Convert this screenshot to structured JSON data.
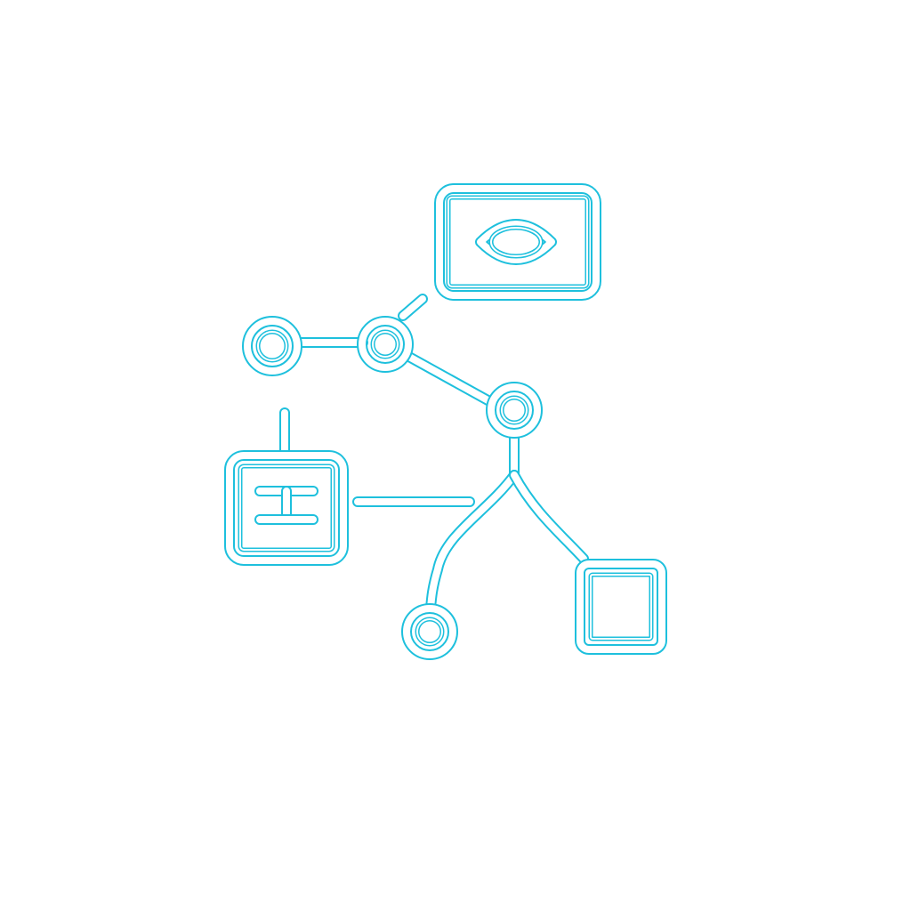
{
  "canvas": {
    "background": "#ffffff"
  },
  "icon": {
    "name": "workflow-network-icon",
    "style": "double-outline line art",
    "stroke_color": "#1ec0dd",
    "fill_color": "#ffffff",
    "parts": [
      "monitor-with-eye",
      "node-circle-left",
      "node-circle-middle",
      "node-circle-junction",
      "node-circle-bottom",
      "module-box-with-i-glyph",
      "antenna-stub",
      "square-box",
      "branch-connectors"
    ]
  }
}
